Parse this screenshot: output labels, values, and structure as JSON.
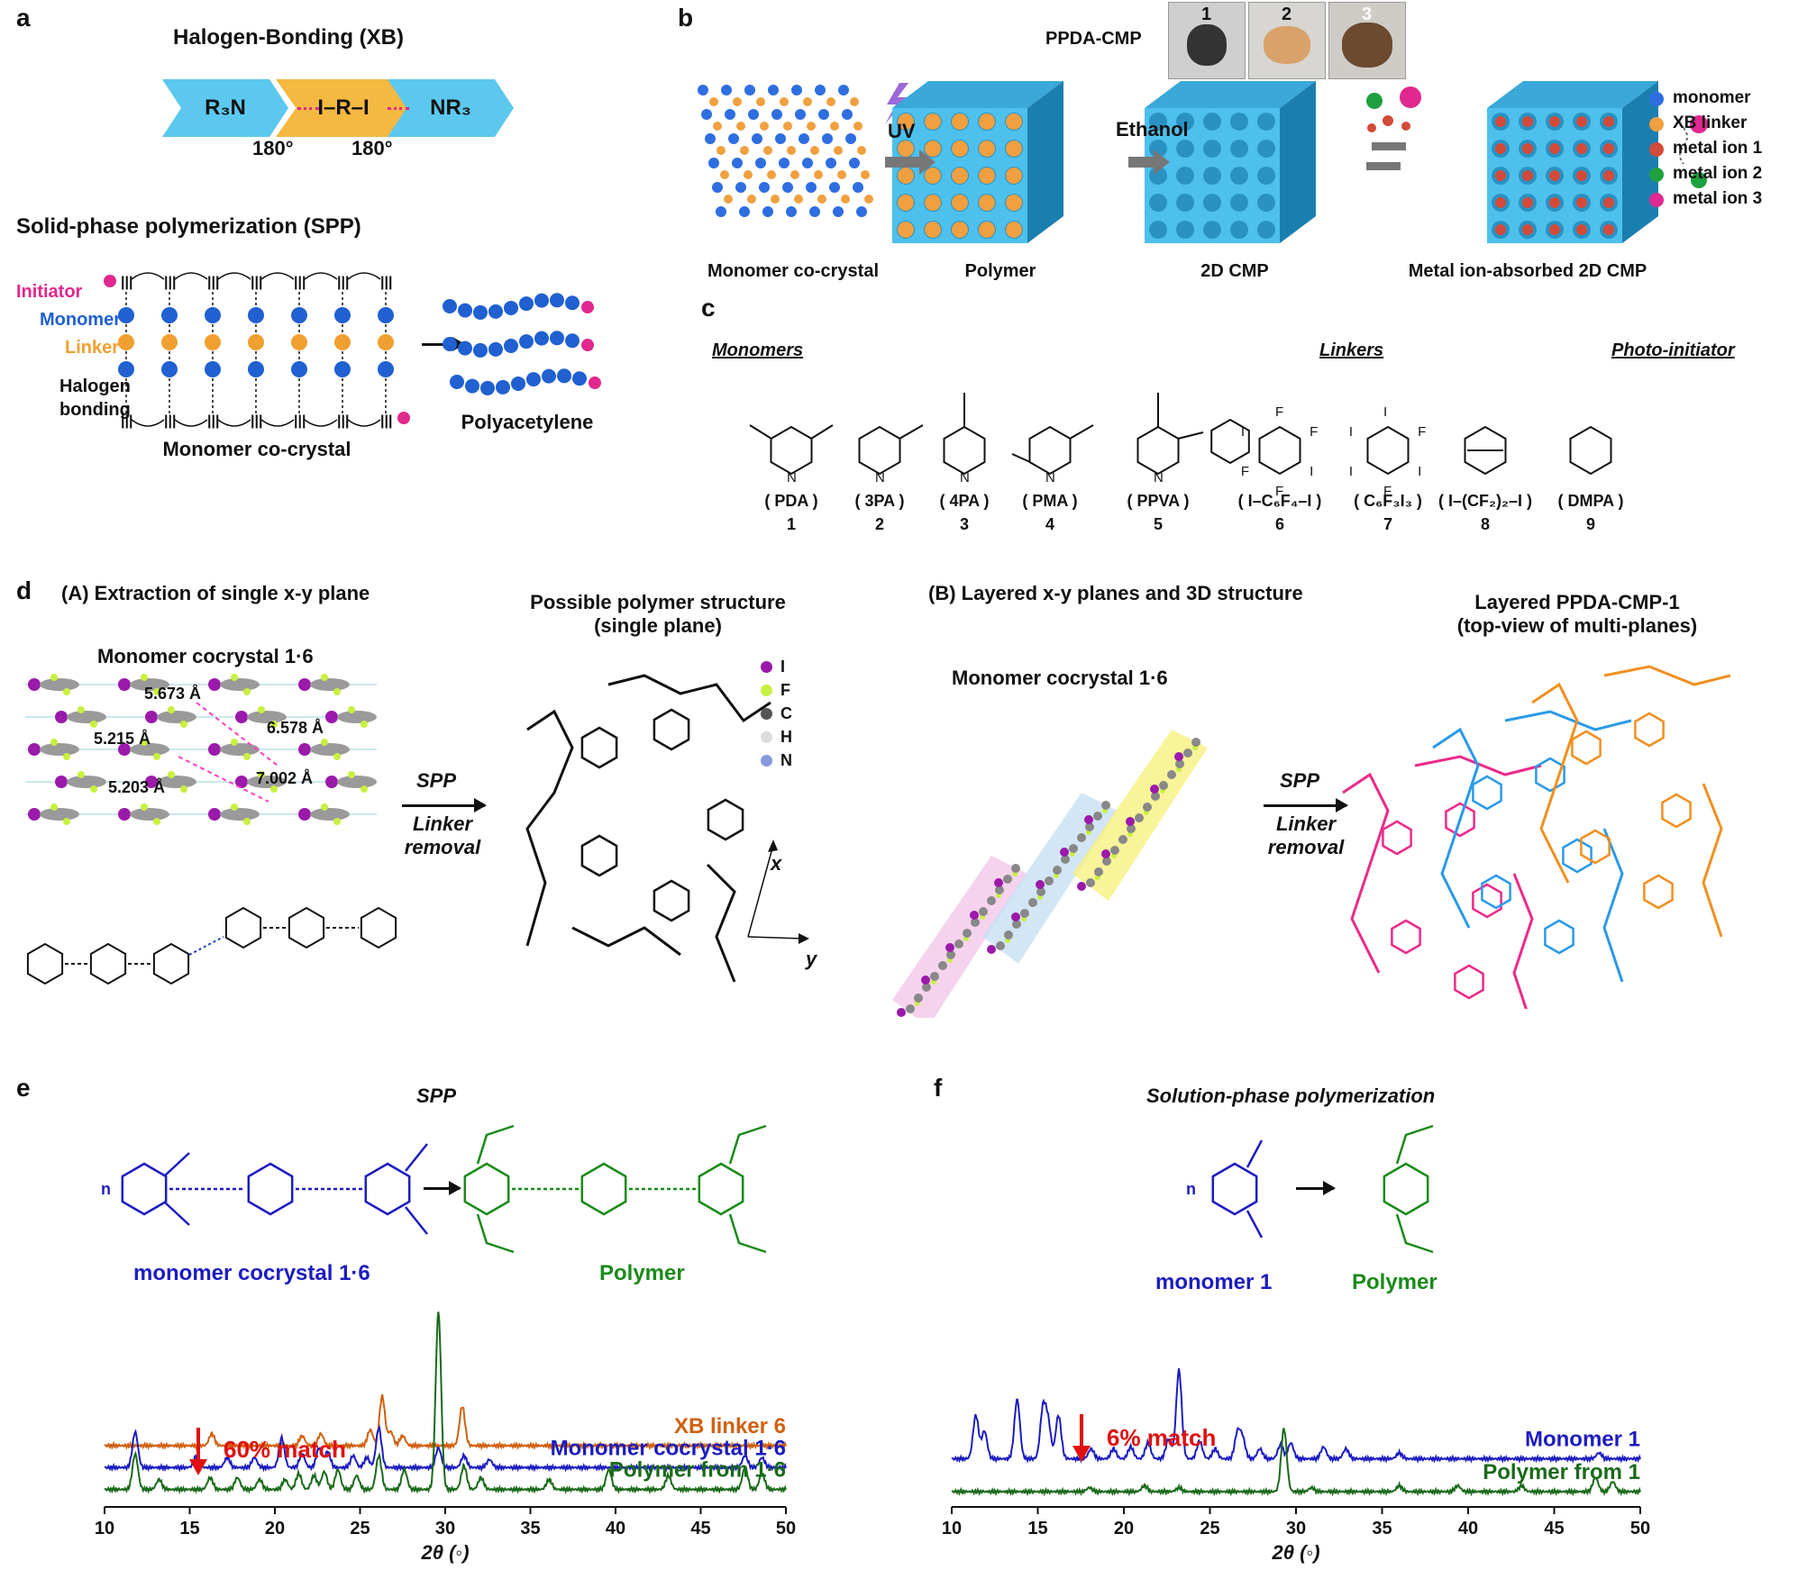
{
  "panels": {
    "a": {
      "label": "a",
      "xb_title": "Halogen-Bonding (XB)",
      "chevrons": [
        "R₃N",
        "I–R–I",
        "NR₃"
      ],
      "angles": [
        "180°",
        "180°"
      ],
      "spp_title": "Solid-phase polymerization (SPP)",
      "roles": [
        "Initiator",
        "Monomer",
        "Linker",
        "Halogen\nbonding"
      ],
      "crystal_caption": "Monomer co-crystal",
      "product_caption": "Polyacetylene",
      "colors": {
        "initiator": "#e0288f",
        "monomer": "#2060d0",
        "linker": "#f0a030"
      }
    },
    "b": {
      "label": "b",
      "photo_title": "PPDA-CMP",
      "photo_numbers": [
        "1",
        "2",
        "3"
      ],
      "photo_colors": [
        "#3a3a3a",
        "#d9a26b",
        "#6b4a30"
      ],
      "steps": [
        "UV",
        "Ethanol"
      ],
      "captions": [
        "Monomer co-crystal",
        "Polymer",
        "2D CMP",
        "Metal ion-absorbed 2D CMP"
      ],
      "legend": [
        {
          "label": "monomer",
          "color": "#2f6ee0"
        },
        {
          "label": "XB linker",
          "color": "#f0a040"
        },
        {
          "label": "metal ion 1",
          "color": "#d24a3a"
        },
        {
          "label": "metal ion 2",
          "color": "#1fa040"
        },
        {
          "label": "metal ion 3",
          "color": "#e0288f"
        }
      ]
    },
    "c": {
      "label": "c",
      "groups": [
        "Monomers",
        "Linkers",
        "Photo-initiator"
      ],
      "molecules": [
        {
          "abbr": "( PDA )",
          "num": "1"
        },
        {
          "abbr": "( 3PA )",
          "num": "2"
        },
        {
          "abbr": "( 4PA )",
          "num": "3"
        },
        {
          "abbr": "( PMA )",
          "num": "4"
        },
        {
          "abbr": "( PPVA )",
          "num": "5"
        },
        {
          "abbr": "( I–C₆F₄–I )",
          "num": "6"
        },
        {
          "abbr": "( C₆F₃I₃ )",
          "num": "7"
        },
        {
          "abbr": "( I–(CF₂)₂–I )",
          "num": "8"
        },
        {
          "abbr": "( DMPA )",
          "num": "9"
        }
      ]
    },
    "d": {
      "label": "d",
      "a_title": "(A) Extraction of single x-y plane",
      "a_sub": "Monomer cocrystal 1·6",
      "distances": [
        "5.673 Å",
        "6.578 Å",
        "5.215 Å",
        "7.002 Å",
        "5.203 Å"
      ],
      "spp": "SPP",
      "linker_removal": "Linker\nremoval",
      "possible_title": "Possible polymer structure\n(single plane)",
      "atom_legend": [
        "I",
        "F",
        "C",
        "H",
        "N"
      ],
      "axis_x": "x",
      "axis_y": "y",
      "b_title": "(B) Layered x-y planes and 3D structure",
      "b_sub": "Monomer cocrystal 1·6",
      "layered_title": "Layered PPDA-CMP-1\n(top-view of multi-planes)"
    },
    "e": {
      "label": "e",
      "title": "SPP",
      "monomer_label": "monomer cocrystal 1·6",
      "polymer_label": "Polymer",
      "traces": [
        "XB linker 6",
        "Monomer cocrystal 1·6",
        "Polymer from 1·6"
      ],
      "match": "60% match",
      "n": "n"
    },
    "f": {
      "label": "f",
      "title": "Solution-phase polymerization",
      "monomer_label": "monomer 1",
      "polymer_label": "Polymer",
      "traces": [
        "Monomer 1",
        "Polymer from 1"
      ],
      "match": "6% match",
      "n": "n"
    }
  },
  "chart_data": [
    {
      "type": "line",
      "panel": "e",
      "xlabel": "2θ (◦)",
      "xlim": [
        10,
        50
      ],
      "xticks": [
        10,
        15,
        20,
        25,
        30,
        35,
        40,
        45,
        50
      ],
      "series": [
        {
          "name": "XB linker 6",
          "color": "#d06010",
          "baseline": 0.72,
          "peaks": [
            [
              16.3,
              0.06
            ],
            [
              21.6,
              0.05
            ],
            [
              22.7,
              0.06
            ],
            [
              25.6,
              0.08
            ],
            [
              26.3,
              0.25
            ],
            [
              26.8,
              0.07
            ],
            [
              27.5,
              0.05
            ],
            [
              31.0,
              0.2
            ]
          ]
        },
        {
          "name": "Monomer cocrystal 1·6",
          "color": "#1c1cc0",
          "baseline": 0.82,
          "peaks": [
            [
              11.8,
              0.18
            ],
            [
              15.4,
              0.06
            ],
            [
              17.2,
              0.05
            ],
            [
              18.8,
              0.05
            ],
            [
              20.4,
              0.15
            ],
            [
              21.6,
              0.07
            ],
            [
              22.6,
              0.1
            ],
            [
              23.1,
              0.08
            ],
            [
              24.6,
              0.06
            ],
            [
              25.4,
              0.05
            ],
            [
              26.1,
              0.2
            ],
            [
              29.6,
              0.1
            ],
            [
              31.1,
              0.06
            ],
            [
              32.6,
              0.04
            ],
            [
              47.6,
              0.06
            ],
            [
              48.6,
              0.05
            ]
          ]
        },
        {
          "name": "Polymer from 1·6",
          "color": "#1a6a1a",
          "baseline": 0.92,
          "peaks": [
            [
              11.8,
              0.18
            ],
            [
              13.2,
              0.05
            ],
            [
              16.2,
              0.06
            ],
            [
              17.8,
              0.06
            ],
            [
              19.1,
              0.05
            ],
            [
              20.6,
              0.05
            ],
            [
              21.4,
              0.08
            ],
            [
              22.3,
              0.07
            ],
            [
              22.9,
              0.09
            ],
            [
              23.7,
              0.1
            ],
            [
              24.8,
              0.07
            ],
            [
              26.1,
              0.17
            ],
            [
              27.6,
              0.1
            ],
            [
              29.6,
              0.9
            ],
            [
              31.1,
              0.12
            ],
            [
              32.1,
              0.06
            ],
            [
              36.1,
              0.05
            ],
            [
              39.6,
              0.1
            ],
            [
              43.1,
              0.07
            ],
            [
              47.6,
              0.11
            ],
            [
              48.6,
              0.08
            ]
          ]
        }
      ]
    },
    {
      "type": "line",
      "panel": "f",
      "xlabel": "2θ (◦)",
      "xlim": [
        10,
        50
      ],
      "xticks": [
        10,
        15,
        20,
        25,
        30,
        35,
        40,
        45,
        50
      ],
      "series": [
        {
          "name": "Monomer 1",
          "color": "#1c1cc0",
          "baseline": 0.78,
          "peaks": [
            [
              11.4,
              0.22
            ],
            [
              11.9,
              0.14
            ],
            [
              13.8,
              0.3
            ],
            [
              15.3,
              0.25
            ],
            [
              15.6,
              0.18
            ],
            [
              16.2,
              0.22
            ],
            [
              18.1,
              0.05
            ],
            [
              19.4,
              0.05
            ],
            [
              20.4,
              0.06
            ],
            [
              21.4,
              0.08
            ],
            [
              22.6,
              0.1
            ],
            [
              23.2,
              0.45
            ],
            [
              24.4,
              0.09
            ],
            [
              25.3,
              0.05
            ],
            [
              26.6,
              0.13
            ],
            [
              26.9,
              0.1
            ],
            [
              27.9,
              0.05
            ],
            [
              29.1,
              0.07
            ],
            [
              29.7,
              0.08
            ],
            [
              31.6,
              0.06
            ],
            [
              32.9,
              0.05
            ],
            [
              36.0,
              0.03
            ],
            [
              47.6,
              0.03
            ]
          ]
        },
        {
          "name": "Polymer from 1",
          "color": "#1a6a1a",
          "baseline": 0.93,
          "peaks": [
            [
              18.0,
              0.02
            ],
            [
              21.2,
              0.03
            ],
            [
              23.2,
              0.02
            ],
            [
              29.3,
              0.32
            ],
            [
              30.9,
              0.02
            ],
            [
              36.0,
              0.03
            ],
            [
              39.4,
              0.03
            ],
            [
              43.1,
              0.03
            ],
            [
              47.4,
              0.07
            ],
            [
              48.4,
              0.05
            ]
          ]
        }
      ]
    }
  ]
}
